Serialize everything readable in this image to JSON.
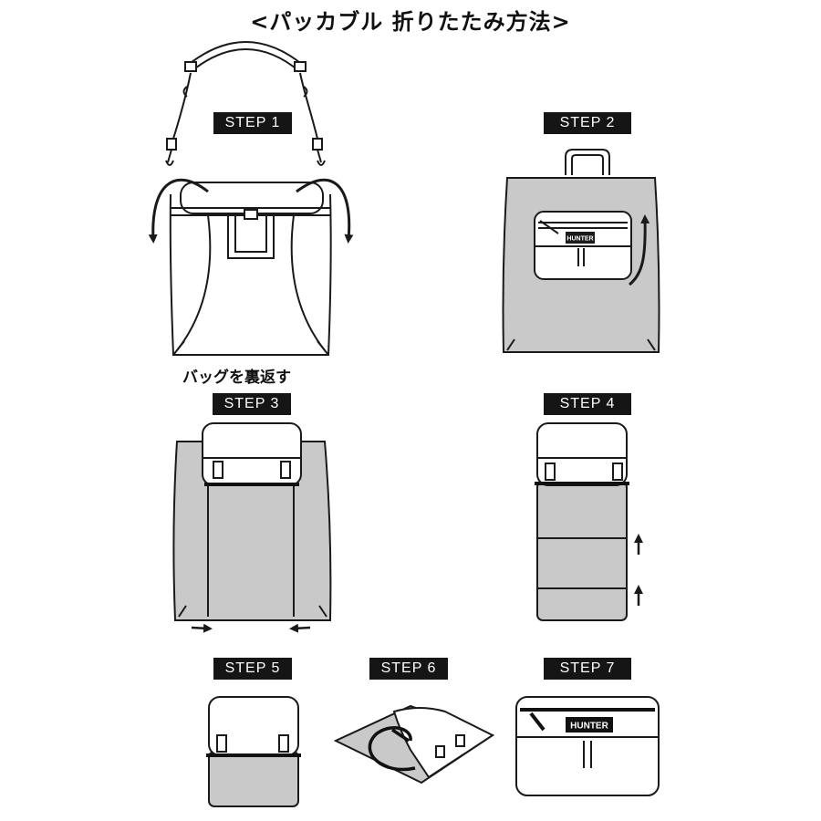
{
  "title": "<パッカブル 折りたたみ方法>",
  "steps": [
    {
      "label": "STEP 1"
    },
    {
      "label": "STEP 2"
    },
    {
      "label": "STEP 3"
    },
    {
      "label": "STEP 4"
    },
    {
      "label": "STEP 5"
    },
    {
      "label": "STEP 6"
    },
    {
      "label": "STEP 7"
    }
  ],
  "step1_caption": "バッグを裏返す",
  "brand_logo": "HUNTER",
  "colors": {
    "line": "#1a1a1a",
    "fill_gray": "#c9c9c9",
    "label_bg": "#151515",
    "label_text": "#ffffff"
  }
}
